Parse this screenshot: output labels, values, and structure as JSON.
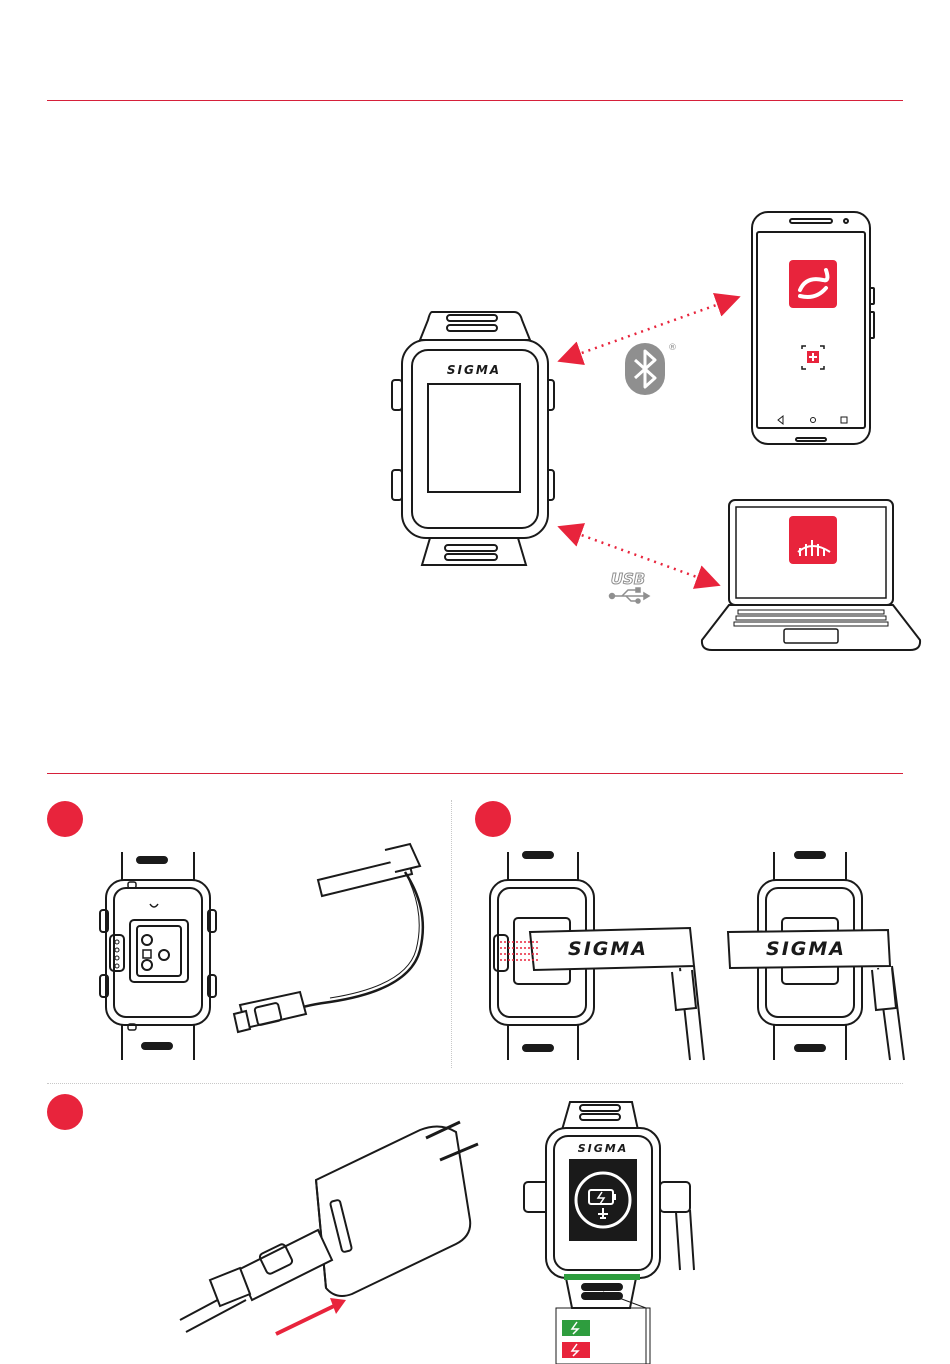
{
  "brand": "SIGMA",
  "colors": {
    "accent": "#e8243c",
    "rule": "#d6203a",
    "charge_ok": "#2e9d3e",
    "charge_bad": "#e8243c"
  },
  "section_dividers": 2,
  "connect": {
    "bluetooth_icon": "bluetooth-icon",
    "bluetooth_registered": "®",
    "usb_label": "USB",
    "usb_icon": "usb-trident-icon"
  },
  "steps": [
    {
      "marker": "step-1",
      "icons": [
        "watch-back-icon",
        "usb-clip-cable-icon"
      ]
    },
    {
      "marker": "step-2",
      "icons": [
        "clip-attach-icon",
        "clip-attached-icon"
      ]
    },
    {
      "marker": "step-3",
      "icons": [
        "wall-charger-icon",
        "charging-screen-icon"
      ]
    }
  ],
  "charge_legend": [
    {
      "color": "#2e9d3e",
      "icon": "bolt-icon"
    },
    {
      "color": "#e8243c",
      "icon": "bolt-icon"
    }
  ]
}
